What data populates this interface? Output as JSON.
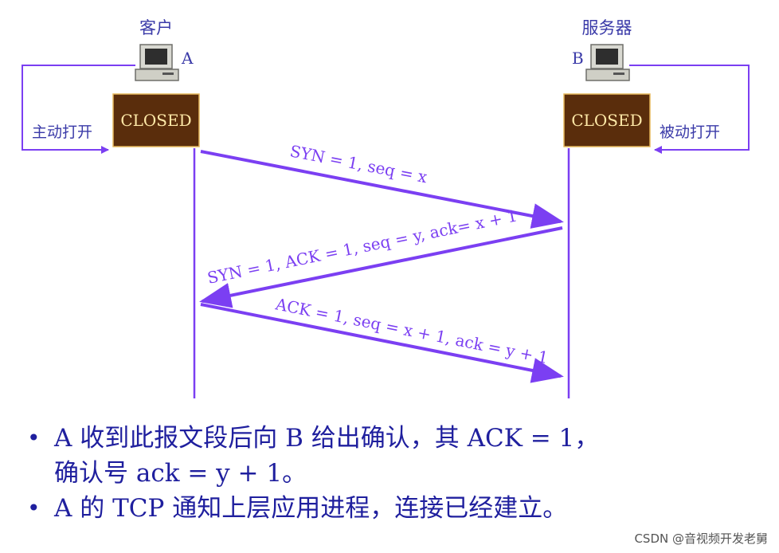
{
  "diagram": {
    "client_label": "客户",
    "server_label": "服务器",
    "client_host": "A",
    "server_host": "B",
    "client_state": "CLOSED",
    "server_state": "CLOSED",
    "client_open": "主动打开",
    "server_open": "被动打开",
    "msg1": "SYN = 1, seq = x",
    "msg2": "SYN = 1, ACK = 1, seq = y, ack= x + 1",
    "msg3": "ACK = 1, seq = x + 1, ack = y + 1",
    "colors": {
      "arrow": "#7b3ff2",
      "state_box": "#5a2d0c",
      "state_text": "#ffe9a8",
      "label": "#3a3aa8"
    }
  },
  "bullets": {
    "b1_line1": "A 收到此报文段后向 B 给出确认，其 ACK = 1，",
    "b1_line2": "确认号 ack = y + 1。",
    "b2": "A 的 TCP 通知上层应用进程，连接已经建立。",
    "dot": "•"
  },
  "watermark": "CSDN @音视频开发老舅"
}
